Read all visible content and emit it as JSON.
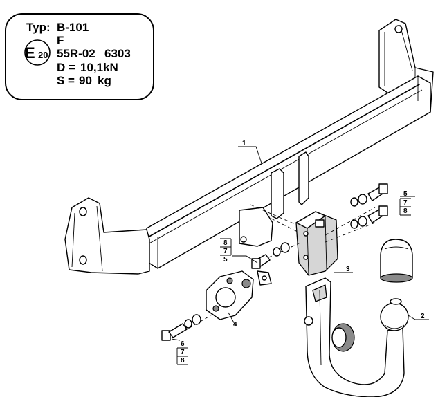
{
  "homologation": {
    "type_label": "Typ:",
    "type_value": "B-101",
    "class_value": "F",
    "mark_prefix": "E",
    "mark_number": "20",
    "approval": "55R-02",
    "approval_number": "6303",
    "d_value_label": "D =",
    "d_value": "10,1kN",
    "s_value_label": "S =",
    "s_value": "90",
    "s_unit": "kg"
  },
  "parts": {
    "crossbar": "1",
    "ball": "2",
    "bracket": "3",
    "socket_plate": "4",
    "stack_upper": [
      "5",
      "7",
      "8"
    ],
    "stack_left": [
      "8",
      "7",
      "5"
    ],
    "stack_lower": [
      "6",
      "7",
      "8"
    ]
  }
}
